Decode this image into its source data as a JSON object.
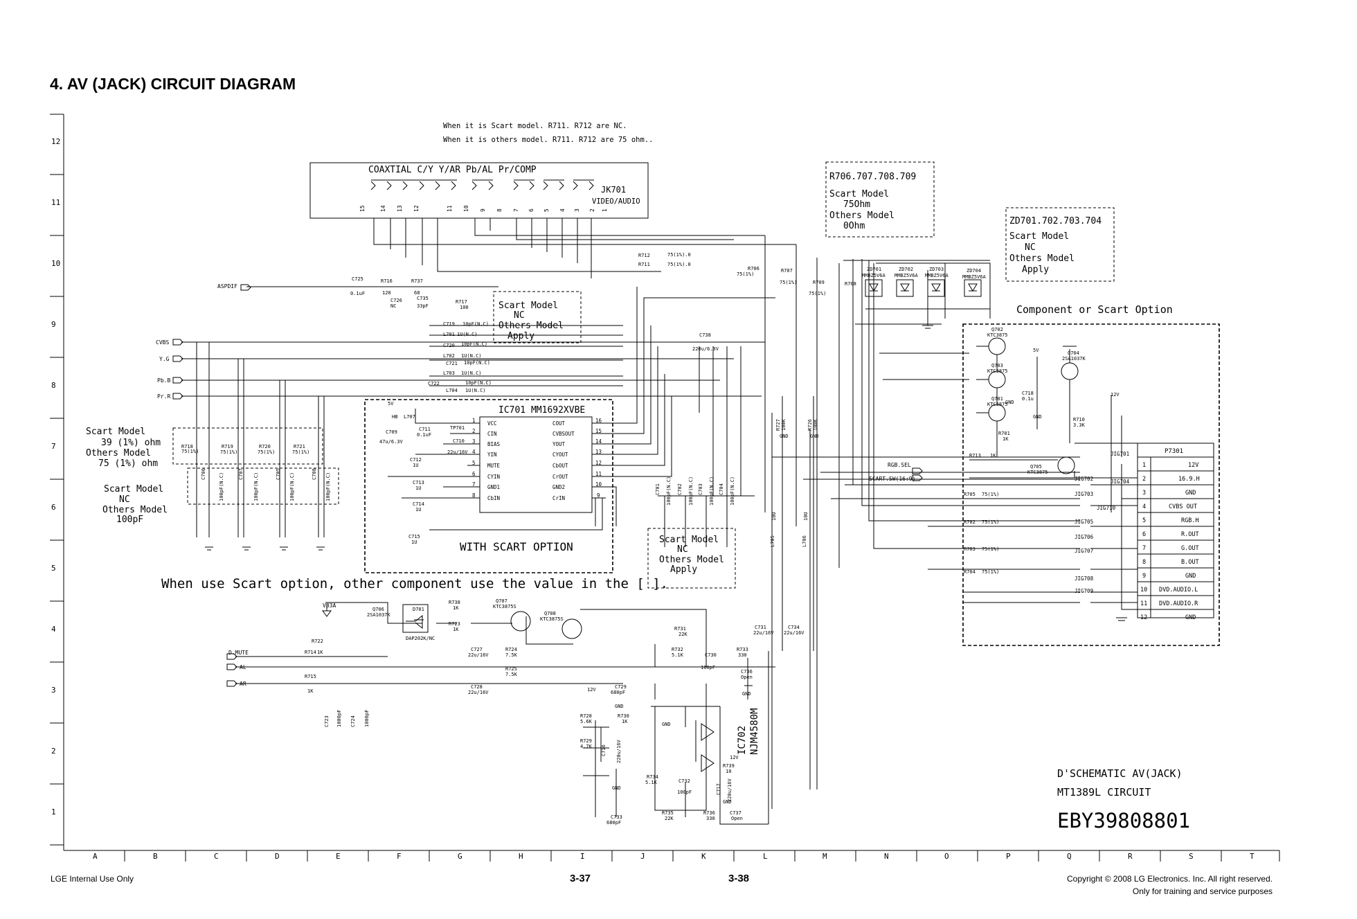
{
  "page": {
    "section_title": "4. AV (JACK) CIRCUIT DIAGRAM",
    "footer_left": "LGE Internal Use Only",
    "page_left": "3-37",
    "page_right": "3-38",
    "copyright_line1": "Copyright © 2008 LG Electronics. Inc. All right reserved.",
    "copyright_line2": "Only for training and service purposes"
  },
  "grid": {
    "rows": [
      "12",
      "11",
      "10",
      "9",
      "8",
      "7",
      "6",
      "5",
      "4",
      "3",
      "2",
      "1"
    ],
    "cols": [
      "A",
      "B",
      "C",
      "D",
      "E",
      "F",
      "G",
      "H",
      "I",
      "J",
      "K",
      "L",
      "M",
      "N",
      "O",
      "P",
      "Q",
      "R",
      "S",
      "T"
    ]
  },
  "notes": {
    "scart_nc_line1": "When it is Scart model. R711. R712 are NC.",
    "scart_nc_line2": "When it is others model. R711. R712 are 75 ohm..",
    "r706_title": "R706.707.708.709",
    "r706_l1": "Scart Model",
    "r706_l2": "75Ohm",
    "r706_l3": "Others Model",
    "r706_l4": "0Ohm",
    "zd_title": "ZD701.702.703.704",
    "zd_l1": "Scart Model",
    "zd_l2": "NC",
    "zd_l3": "Others Model",
    "zd_l4": "Apply",
    "component_option": "Component or Scart Option",
    "mid_box_l1": "Scart Model",
    "mid_box_l2": "NC",
    "mid_box_l3": "Others Model",
    "mid_box_l4": "Apply",
    "left_res_l1": "Scart Model",
    "left_res_l2": "39 (1%) ohm",
    "left_res_l3": "Others Model",
    "left_res_l4": "75 (1%) ohm",
    "left_cap_l1": "Scart Model",
    "left_cap_l2": "NC",
    "left_cap_l3": "Others Model",
    "left_cap_l4": "100pF",
    "low_box_l1": "Scart Model",
    "low_box_l2": "NC",
    "low_box_l3": "Others Model",
    "low_box_l4": "Apply",
    "with_scart": "WITH SCART OPTION",
    "scart_use": "When use Scart option, other component use the value in the [ ].",
    "schematic_l1": "D'SCHEMATIC AV(JACK)",
    "schematic_l2": "MT1389L CIRCUIT",
    "part_number": "EBY39808801"
  },
  "jack": {
    "header": "COAXTIAL C/Y   Y/AR Pb/AL Pr/COMP",
    "ref": "JK701",
    "name": "VIDEO/AUDIO",
    "pins": [
      "15",
      "14",
      "13",
      "12",
      "11",
      "10",
      "9",
      "8",
      "7",
      "6",
      "5",
      "4",
      "3",
      "2",
      "1"
    ]
  },
  "signals": {
    "aspdif": "ASPDIF",
    "cvbs": "CVBS",
    "yg": "Y.G",
    "pbb": "Pb.B",
    "prr": "Pr.R",
    "d_mute": "D.MUTE",
    "al": "AL",
    "ar": "AR",
    "rgb_sel": "RGB.SEL",
    "scart_sw": "SCART.SW(16:9)",
    "v33a": "V33A",
    "v5": "5V",
    "v12": "12V",
    "gnd": "GND"
  },
  "ic701": {
    "title": "IC701   MM1692XVBE",
    "left_pins": [
      {
        "num": "1",
        "name": "VCC"
      },
      {
        "num": "2",
        "name": "CIN"
      },
      {
        "num": "3",
        "name": "BIAS"
      },
      {
        "num": "4",
        "name": "YIN"
      },
      {
        "num": "5",
        "name": "MUTE"
      },
      {
        "num": "6",
        "name": "CYIN"
      },
      {
        "num": "7",
        "name": "GND1"
      },
      {
        "num": "8",
        "name": "CbIN"
      }
    ],
    "right_pins": [
      {
        "num": "16",
        "name": "COUT"
      },
      {
        "num": "15",
        "name": "CVBSOUT"
      },
      {
        "num": "14",
        "name": "YOUT"
      },
      {
        "num": "13",
        "name": "CYOUT"
      },
      {
        "num": "12",
        "name": "CbOUT"
      },
      {
        "num": "11",
        "name": "CrOUT"
      },
      {
        "num": "10",
        "name": "GND2"
      },
      {
        "num": "9",
        "name": "CrIN"
      }
    ]
  },
  "ic702": {
    "ref": "IC702",
    "name": "NJM4580M"
  },
  "p7301": {
    "ref": "P7301",
    "rows": [
      {
        "num": "1",
        "name": "12V"
      },
      {
        "num": "2",
        "name": "16.9.H"
      },
      {
        "num": "3",
        "name": "GND"
      },
      {
        "num": "4",
        "name": "CVBS OUT"
      },
      {
        "num": "5",
        "name": "RGB.H"
      },
      {
        "num": "6",
        "name": "R.OUT"
      },
      {
        "num": "7",
        "name": "G.OUT"
      },
      {
        "num": "8",
        "name": "B.OUT"
      },
      {
        "num": "9",
        "name": "GND"
      },
      {
        "num": "10",
        "name": "DVD.AUDIO.L"
      },
      {
        "num": "11",
        "name": "DVD.AUDIO.R"
      },
      {
        "num": "12",
        "name": "GND"
      }
    ],
    "jigs": [
      "JIG701",
      "JIG702",
      "JIG704",
      "JIG703",
      "JIG710",
      "JIG705",
      "JIG706",
      "JIG707",
      "JIG708",
      "JIG709"
    ]
  },
  "parts": {
    "r712": "R712",
    "r712v": "75(1%).0",
    "r711": "R711",
    "r711v": "75(1%).0",
    "c725": "C725",
    "c725v": "0.1uF",
    "r716": "R716",
    "r716v": "120",
    "r737": "R737",
    "r737v": "68",
    "c726": "C726",
    "c726v": "NC",
    "c735": "C735",
    "c735v": "33pF",
    "r717": "R717",
    "r717v": "100",
    "r706": "R706",
    "r706v": "75(1%)",
    "r707": "R707",
    "r707v": "75(1%)",
    "r708": "R708",
    "r709": "R709",
    "r709v": "75(1%)",
    "zd701": "ZD701",
    "zd702": "ZD702",
    "zd703": "ZD703",
    "zd704": "ZD704",
    "mmbz": "MMBZ5V6A",
    "c719": "C719",
    "c719v": "10pF(N.C)",
    "l701": "L701",
    "l701v": "1U(N.C)",
    "c720": "C720",
    "c720v": "10pF(N.C)",
    "l702": "L702",
    "l702v": "1U(N.C)",
    "c721": "C721",
    "c721v": "10pF(N.C)",
    "l703": "L703",
    "l703v": "1U(N.C)",
    "c722": "C722",
    "c722v": "10pF(N.C)",
    "l704": "L704",
    "l704v": "1U(N.C)",
    "c738": "C738",
    "c738v": "220u/6.3V",
    "r718": "R718",
    "r718v": "75(1%)",
    "r719": "R719",
    "r719v": "75(1%)",
    "r720": "R720",
    "r720v": "75(1%)",
    "r721": "R721",
    "r721v": "75(1%)",
    "c706": "C706",
    "c707": "C707",
    "c705": "C705",
    "c708": "C708",
    "c100": "100pF(N.C)",
    "hb": "HB",
    "l707": "L707",
    "c709": "C709",
    "c709v": "47u/6.3V",
    "c711": "C711",
    "c711v": "0.1uF",
    "tp701": "TP701",
    "c710": "C710",
    "c710v": "22u/16V",
    "c712": "C712",
    "c712v": "1U",
    "c713": "C713",
    "c713v": "1U",
    "c714": "C714",
    "c714v": "1U",
    "c715": "C715",
    "c715v": "1U",
    "c701": "C701",
    "c702": "C702",
    "c703": "C703",
    "c704": "C704",
    "r727": "R727",
    "r726": "R726",
    "r100k": "100K",
    "l705": "L705",
    "l706": "L706",
    "l10u": "10U",
    "q702": "Q702",
    "q703": "Q703",
    "q701": "Q701",
    "ktc": "KTC3875",
    "q704": "Q704",
    "q704v": "2SA1037K",
    "c718": "C718",
    "c718v": "0.1u",
    "r710": "R710",
    "r710v": "3.3K",
    "r701": "R701",
    "r701v": "1K",
    "r713": "R713",
    "r713v": "1K",
    "q705": "Q705",
    "q705v": "KTC3875",
    "r705": "R705",
    "r702": "R702",
    "r703": "R703",
    "r704": "R704",
    "r75": "75(1%)",
    "q706": "Q706",
    "q706v": "2SA1037K",
    "d701": "D701",
    "d701v": "DAP202K/NC",
    "r738": "R738",
    "r738v": "1K",
    "r723": "R723",
    "r723v": "1K",
    "q707": "Q707",
    "q707v": "KTC3875S",
    "q708": "Q708",
    "q708v": "KTC3875S",
    "r722": "R722",
    "r714": "R714",
    "r714v": "1K",
    "r715": "R715",
    "r715v": "1K",
    "c723": "C723",
    "c724": "C724",
    "c1000": "1000pF",
    "c727": "C727",
    "c727v": "22u/16V",
    "c728": "C728",
    "c728v": "22u/16V",
    "r724": "R724",
    "r724v": "7.5K",
    "r725": "R725",
    "r725v": "7.5K",
    "c729": "C729",
    "c729v": "680pF",
    "r731": "R731",
    "r731v": "22K",
    "r732": "R732",
    "r732v": "5.1K",
    "c730": "C730",
    "c730v": "100pF",
    "r733": "R733",
    "r733v": "330",
    "c736": "C736",
    "c736v": "Open",
    "c731": "C731",
    "c731v": "22u/16V",
    "c734": "C734",
    "c734v": "22u/16V",
    "r728": "R728",
    "r728v": "5.6K",
    "r729": "R729",
    "r729v": "4.7K",
    "r730": "R730",
    "r730v": "1K",
    "c716": "C716",
    "c716v": "220u/16V",
    "c717": "C717",
    "c717v": "220u/16V",
    "r734": "R734",
    "r734v": "5.1K",
    "c732": "C732",
    "c732v": "100pF",
    "r739": "R739",
    "r739v": "10",
    "c733": "C733",
    "c733v": "680pF",
    "r735": "R735",
    "r735v": "22K",
    "r736": "R736",
    "r736v": "330",
    "c737": "C737",
    "c737v": "Open"
  }
}
